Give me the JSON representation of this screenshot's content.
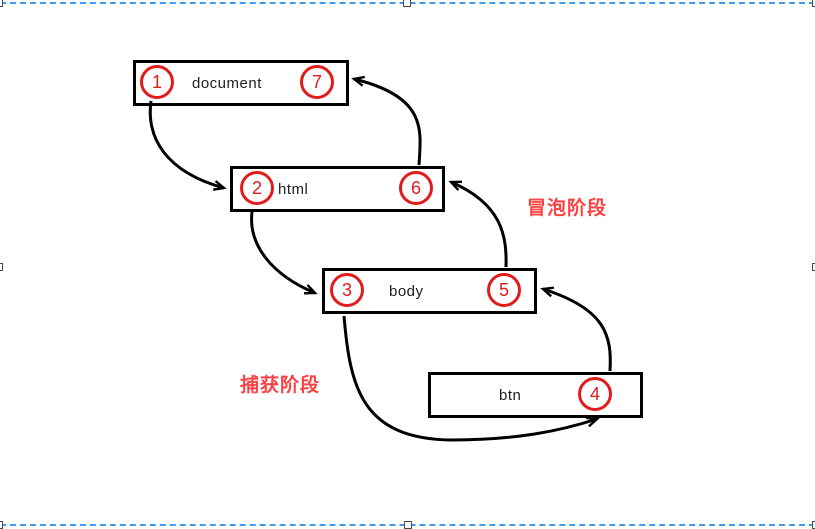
{
  "diagram": {
    "nodes": [
      {
        "label": "document",
        "left_num": "1",
        "right_num": "7"
      },
      {
        "label": "html",
        "left_num": "2",
        "right_num": "6"
      },
      {
        "label": "body",
        "left_num": "3",
        "right_num": "5"
      },
      {
        "label": "btn",
        "right_num": "4"
      }
    ],
    "phases": {
      "bubble": "冒泡阶段",
      "capture": "捕获阶段"
    },
    "flow": {
      "capture_order": [
        "1",
        "2",
        "3",
        "4"
      ],
      "bubble_order": [
        "4",
        "5",
        "6",
        "7"
      ]
    },
    "colors": {
      "circle_red": "#e21b1b",
      "phase_text_red": "#fb4343",
      "line_black": "#000000",
      "node_label_dark": "#1f1f1f",
      "selection_blue": "#3f9bf0",
      "handle_gray": "#4a4a4a"
    }
  }
}
